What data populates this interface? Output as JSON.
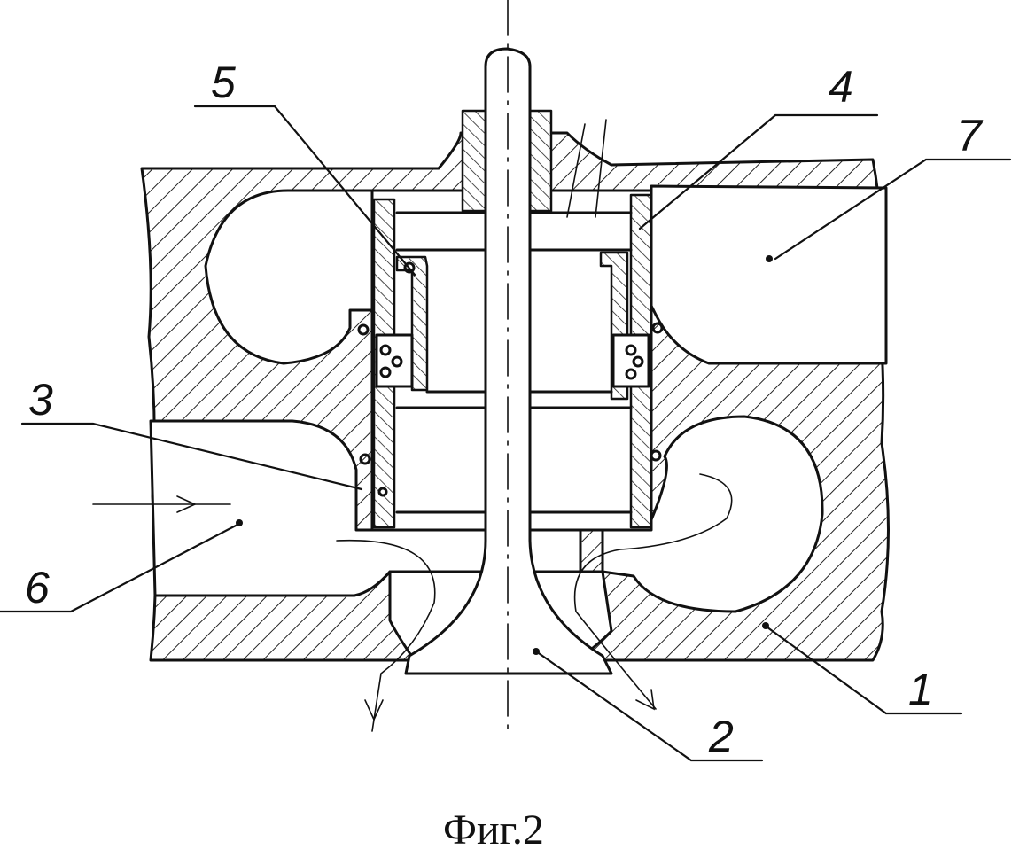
{
  "figure": {
    "caption": "Фиг.2",
    "labels": {
      "l1": "1",
      "l2": "2",
      "l3": "3",
      "l4": "4",
      "l5": "5",
      "l6": "6",
      "l7": "7"
    }
  }
}
